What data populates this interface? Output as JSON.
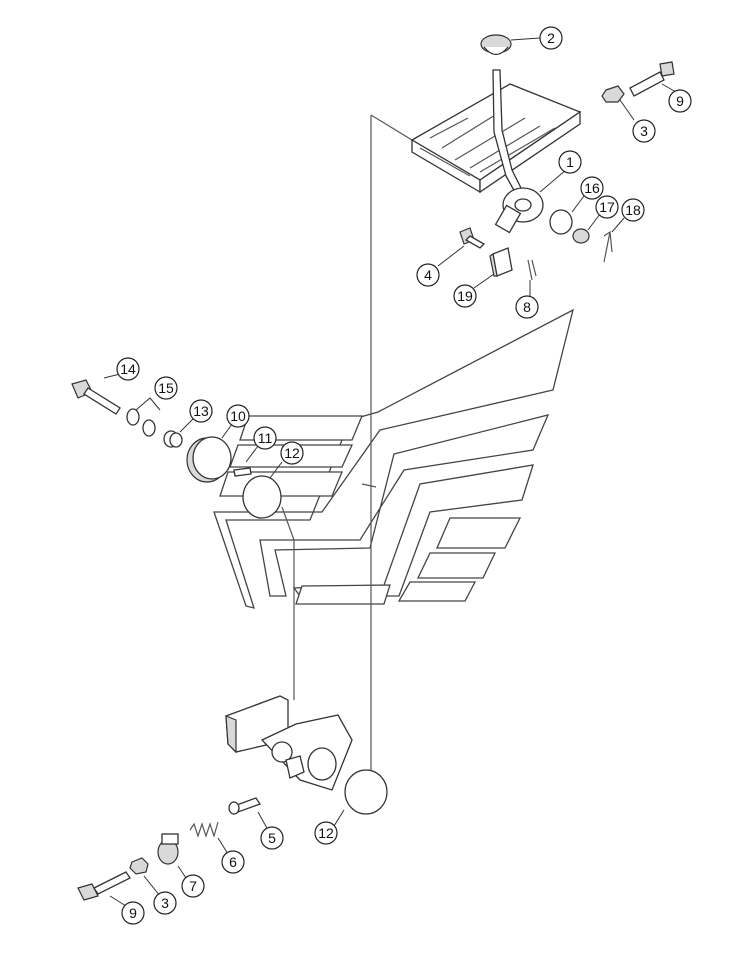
{
  "diagram": {
    "callouts": [
      {
        "id": "c-2",
        "label": "2"
      },
      {
        "id": "c-9-top",
        "label": "9"
      },
      {
        "id": "c-3-top",
        "label": "3"
      },
      {
        "id": "c-1",
        "label": "1"
      },
      {
        "id": "c-16",
        "label": "16"
      },
      {
        "id": "c-17",
        "label": "17"
      },
      {
        "id": "c-18",
        "label": "18"
      },
      {
        "id": "c-4",
        "label": "4"
      },
      {
        "id": "c-19",
        "label": "19"
      },
      {
        "id": "c-8",
        "label": "8"
      },
      {
        "id": "c-14",
        "label": "14"
      },
      {
        "id": "c-15",
        "label": "15"
      },
      {
        "id": "c-13",
        "label": "13"
      },
      {
        "id": "c-10",
        "label": "10"
      },
      {
        "id": "c-11",
        "label": "11"
      },
      {
        "id": "c-12-mid",
        "label": "12"
      },
      {
        "id": "c-5",
        "label": "5"
      },
      {
        "id": "c-12-bottom",
        "label": "12"
      },
      {
        "id": "c-6",
        "label": "6"
      },
      {
        "id": "c-7",
        "label": "7"
      },
      {
        "id": "c-3-bottom",
        "label": "3"
      },
      {
        "id": "c-9-bottom",
        "label": "9"
      }
    ]
  }
}
